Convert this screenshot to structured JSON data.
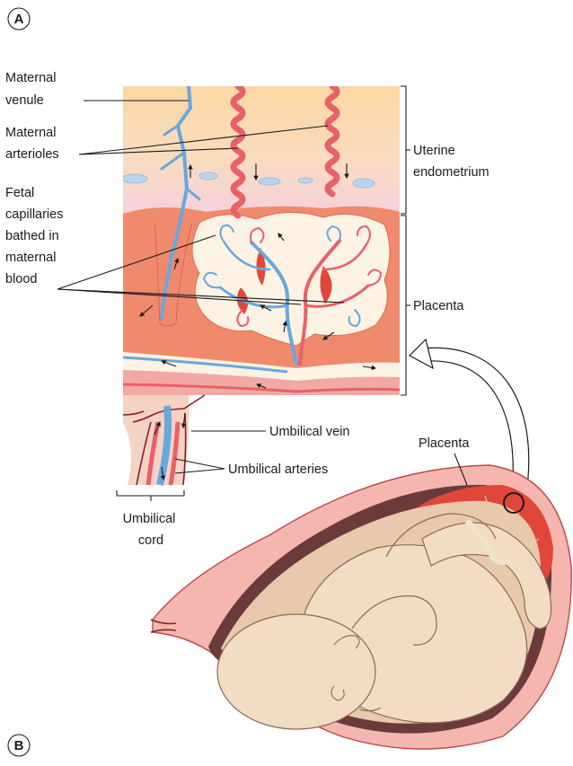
{
  "panels": {
    "a": "A",
    "b": "B"
  },
  "labels": {
    "maternal_venule": [
      "Maternal",
      "venule"
    ],
    "maternal_arterioles": [
      "Maternal",
      "arterioles"
    ],
    "fetal_capillaries": [
      "Fetal",
      "capillaries",
      "bathed in",
      "maternal",
      "blood"
    ],
    "uterine_endometrium": [
      "Uterine",
      "endometrium"
    ],
    "placenta_a": "Placenta",
    "umbilical_vein": "Umbilical vein",
    "umbilical_arteries": "Umbilical arteries",
    "umbilical_cord": [
      "Umbilical",
      "cord"
    ],
    "placenta_b": "Placenta"
  },
  "colors": {
    "endometrium_top": "#fbd9a6",
    "endometrium_bottom": "#f6d2dd",
    "placenta_tissue": "#f08a6c",
    "placenta_dark": "#e0473a",
    "vein_blue": "#6aa7dc",
    "artery_red": "#e8606a",
    "villus_cream": "#fdf3e4",
    "skin": "#f3dcc4",
    "uterus_pink": "#f5b6b0"
  }
}
